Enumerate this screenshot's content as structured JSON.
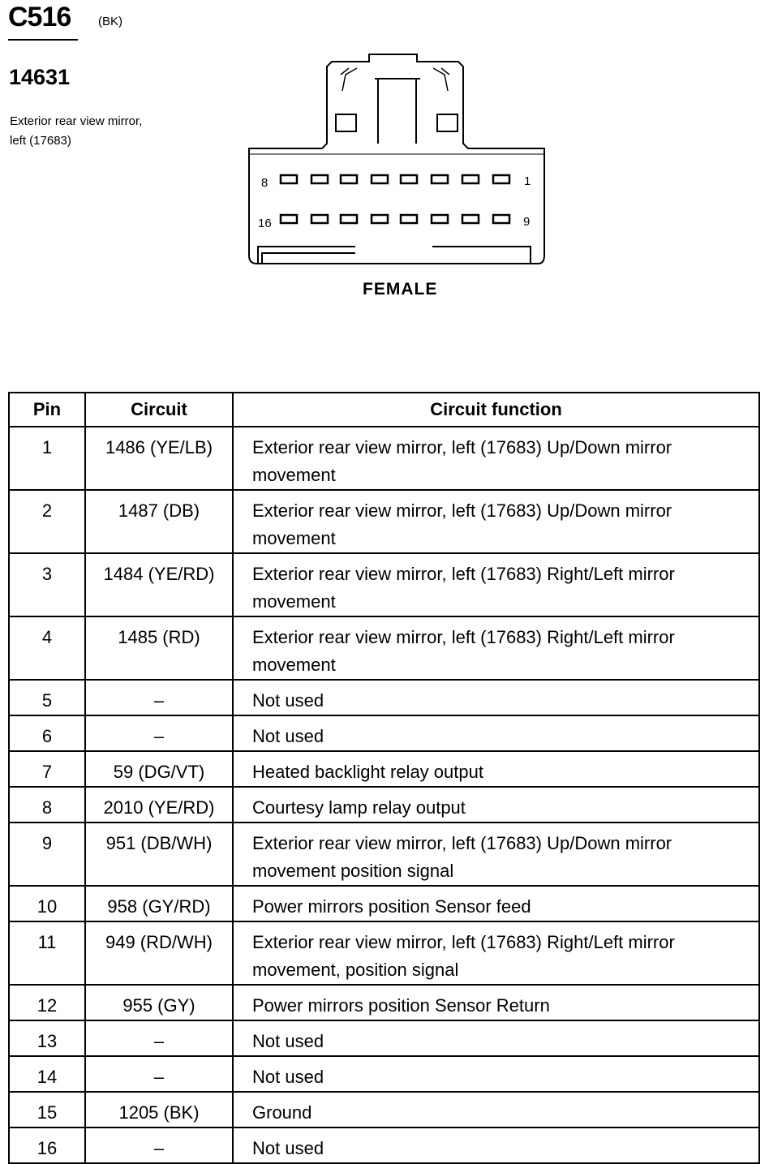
{
  "connector": {
    "id": "C516",
    "color": "(BK)",
    "part_number": "14631",
    "description": "Exterior rear view mirror, left (17683)",
    "gender": "FEMALE",
    "pin_labels": {
      "top_left": "8",
      "top_right": "1",
      "bottom_left": "16",
      "bottom_right": "9"
    }
  },
  "table": {
    "headers": {
      "pin": "Pin",
      "circuit": "Circuit",
      "function": "Circuit function"
    },
    "rows": [
      {
        "pin": "1",
        "circuit": "1486 (YE/LB)",
        "function": "Exterior rear view mirror, left (17683) Up/Down mirror movement"
      },
      {
        "pin": "2",
        "circuit": "1487 (DB)",
        "function": "Exterior rear view mirror, left (17683) Up/Down mirror movement"
      },
      {
        "pin": "3",
        "circuit": "1484 (YE/RD)",
        "function": "Exterior rear view mirror, left (17683) Right/Left mirror movement"
      },
      {
        "pin": "4",
        "circuit": "1485 (RD)",
        "function": "Exterior rear view mirror, left (17683) Right/Left mirror movement"
      },
      {
        "pin": "5",
        "circuit": "–",
        "function": "Not used"
      },
      {
        "pin": "6",
        "circuit": "–",
        "function": "Not used"
      },
      {
        "pin": "7",
        "circuit": "59 (DG/VT)",
        "function": "Heated backlight relay output"
      },
      {
        "pin": "8",
        "circuit": "2010 (YE/RD)",
        "function": "Courtesy lamp relay output"
      },
      {
        "pin": "9",
        "circuit": "951 (DB/WH)",
        "function": "Exterior rear view mirror, left (17683) Up/Down mirror movement position signal"
      },
      {
        "pin": "10",
        "circuit": "958 (GY/RD)",
        "function": "Power mirrors position Sensor feed"
      },
      {
        "pin": "11",
        "circuit": "949 (RD/WH)",
        "function": "Exterior rear view mirror, left (17683) Right/Left mirror movement, position signal"
      },
      {
        "pin": "12",
        "circuit": "955 (GY)",
        "function": "Power mirrors position Sensor Return"
      },
      {
        "pin": "13",
        "circuit": "–",
        "function": "Not used"
      },
      {
        "pin": "14",
        "circuit": "–",
        "function": "Not used"
      },
      {
        "pin": "15",
        "circuit": "1205 (BK)",
        "function": "Ground"
      },
      {
        "pin": "16",
        "circuit": "–",
        "function": "Not used"
      }
    ]
  }
}
